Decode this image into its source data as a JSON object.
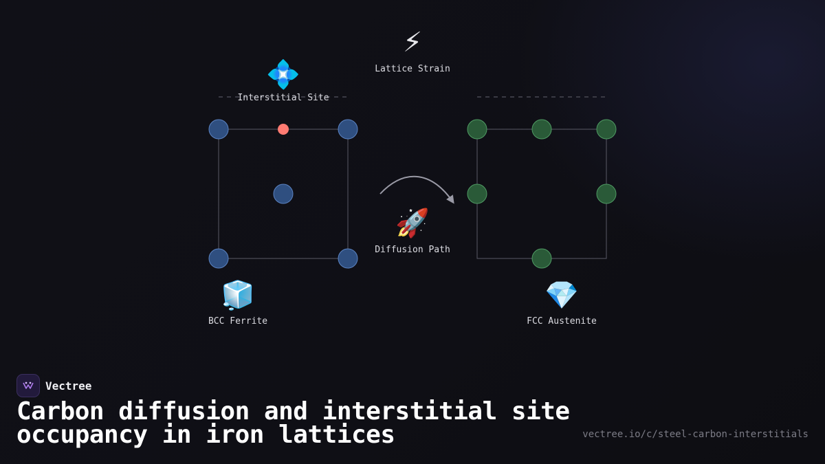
{
  "diagram": {
    "left_lattice": {
      "label": "BCC Ferrite",
      "icon": "ice-cube-icon",
      "icon_glyph": "🧊",
      "atom_color": "#2f4f80",
      "atom_stroke": "#5b83c2",
      "interstitial_color": "#ff7b72"
    },
    "right_lattice": {
      "label": "FCC Austenite",
      "icon": "gem-icon",
      "icon_glyph": "💎",
      "atom_color": "#2a5a38",
      "atom_stroke": "#4f9a63"
    },
    "interstitial_site": {
      "label": "Interstitial Site",
      "icon": "crystal-icon",
      "icon_glyph": "💠"
    },
    "lattice_strain": {
      "label": "Lattice Strain",
      "icon": "lightning-icon",
      "icon_glyph": "⚡"
    },
    "diffusion_path": {
      "label": "Diffusion Path",
      "icon": "rocket-icon",
      "icon_glyph": "🚀"
    }
  },
  "footer": {
    "brand_name": "Vectree",
    "brand_icon": "vectree-logo-icon",
    "title": "Carbon diffusion and interstitial site occupancy in iron lattices",
    "url": "vectree.io/c/steel-carbon-interstitials"
  },
  "colors": {
    "background": "#0e0e13",
    "cell_outline": "#5a5a66",
    "arrow": "#9a9aa6",
    "dashed_line": "#3a3a44"
  }
}
